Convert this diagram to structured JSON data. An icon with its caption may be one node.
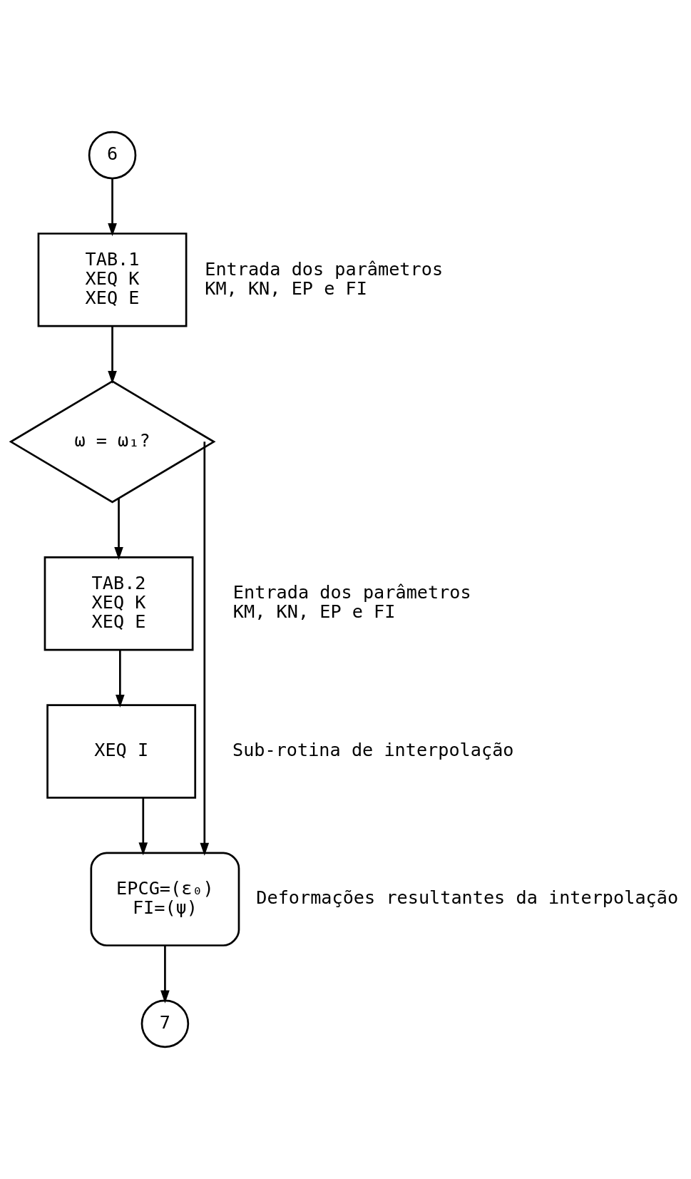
{
  "diagram": {
    "nodes": [
      {
        "text": [
          "6"
        ]
      },
      {
        "text": [
          "TAB.1 XEQ K XEQ E"
        ],
        "beside": [
          "Entrada dos parâmetros KM, KN, EP e FI"
        ]
      },
      {
        "text": [
          "ω = ω₁?"
        ]
      },
      {
        "text": [
          "TAB.2 XEQ K XEQ E"
        ],
        "beside": [
          "Entrada dos parâmetros KM, KN, EP e FI"
        ]
      },
      {
        "text": [
          "XEQ I"
        ],
        "beside": [
          "Sub-rotina de interpolação"
        ]
      },
      {
        "text": [
          "EPCG=(ε₀) FI=(ψ)"
        ],
        "beside": [
          "Deformações resultantes da interpolação"
        ]
      },
      {
        "text": [
          "7"
        ]
      }
    ],
    "edges": [
      {
        "from": 0,
        "to": 1,
        "arrow": "to"
      },
      {
        "from": 1,
        "to": 2,
        "arrow": "to"
      },
      {
        "from": 2,
        "to": 3,
        "arrow": "to"
      },
      {
        "from": 3,
        "to": 4,
        "arrow": "to"
      },
      {
        "from": 4,
        "to": 5,
        "arrow": "to"
      },
      {
        "from": 2,
        "to": 5,
        "arrow": "to"
      },
      {
        "from": 5,
        "to": 6,
        "arrow": "to"
      }
    ]
  }
}
